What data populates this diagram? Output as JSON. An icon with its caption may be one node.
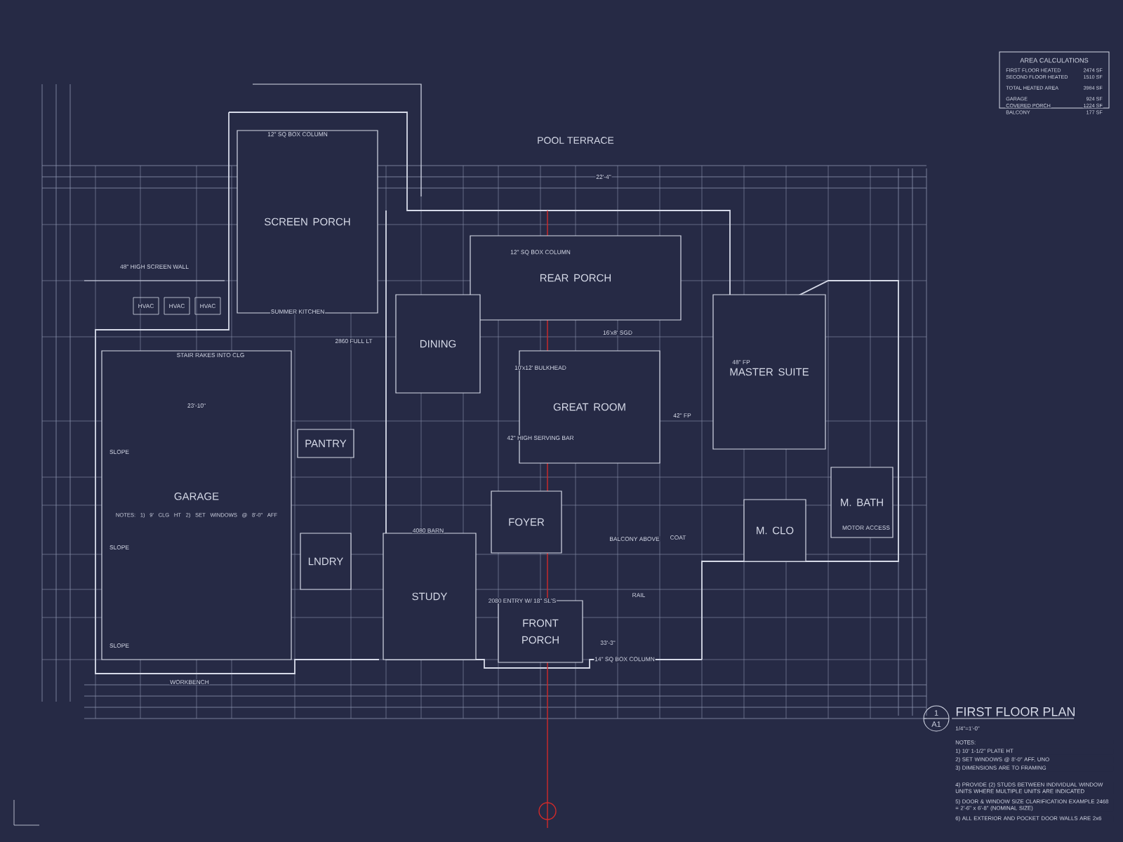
{
  "diagram": {
    "title": "FIRST FLOOR PLAN",
    "nodes": [
      {
        "text": [
          "SCREEN PORCH"
        ]
      },
      {
        "text": [
          "REAR PORCH"
        ]
      },
      {
        "text": [
          "DINING"
        ]
      },
      {
        "text": [
          "GREAT ROOM"
        ]
      },
      {
        "text": [
          "MASTER SUITE"
        ]
      },
      {
        "text": [
          "GARAGE",
          "NOTES: 1) 9' CLG HT 2) SET WINDOWS @ 8'-0\" AFF"
        ]
      },
      {
        "text": [
          "PANTRY"
        ]
      },
      {
        "text": [
          "LNDRY"
        ]
      },
      {
        "text": [
          "STUDY"
        ]
      },
      {
        "text": [
          "FOYER"
        ]
      },
      {
        "text": [
          "FRONT PORCH"
        ]
      },
      {
        "text": [
          "M. CLO"
        ]
      },
      {
        "text": [
          "M. BATH"
        ]
      }
    ],
    "labels": [
      "POOL TERRACE",
      "12\" SQ BOX COLUMN",
      "48\" HIGH SCREEN WALL",
      "HVAC",
      "HVAC",
      "HVAC",
      "SUMMER KITCHEN",
      "STAIR RAKES INTO CLG",
      "2860 FULL LT",
      "12\" SQ BOX COLUMN",
      "10'x12' BULKHEAD",
      "16'x8' SGD",
      "48\" FP",
      "42\" FP",
      "42\" HIGH SERVING BAR",
      "SLOPE",
      "SLOPE",
      "SLOPE",
      "WORKBENCH",
      "4080 BARN",
      "BALCONY ABOVE",
      "COAT",
      "RAIL",
      "2080 ENTRY W/ 18\" SL'S",
      "14\" SQ BOX COLUMN",
      "MOTOR ACCESS",
      "23'-10\"",
      "22'-4\"",
      "33'-3\"",
      "AREA CALCULATIONS",
      "FIRST FLOOR HEATED",
      "2474 SF",
      "SECOND FLOOR HEATED",
      "1510 SF",
      "TOTAL HEATED AREA",
      "3984 SF",
      "GARAGE",
      "924 SF",
      "COVERED PORCH",
      "1224 SF",
      "BALCONY",
      "177 SF",
      "1",
      "A1",
      "1/4\"=1'-0\"",
      "NOTES:",
      "1) 10' 1-1/2\" PLATE HT",
      "2) SET WINDOWS @ 8'-0\" AFF, UNO",
      "3) DIMENSIONS ARE TO FRAMING",
      "4) PROVIDE (2) STUDS BETWEEN INDIVIDUAL WINDOW UNITS WHERE MULTIPLE UNITS ARE INDICATED",
      "5) DOOR & WINDOW SIZE CLARIFICATION EXAMPLE 2468 = 2'-6\" x 6'-8\" (NOMINAL SIZE)",
      "6) ALL EXTERIOR AND POCKET DOOR WALLS ARE 2x6"
    ]
  }
}
